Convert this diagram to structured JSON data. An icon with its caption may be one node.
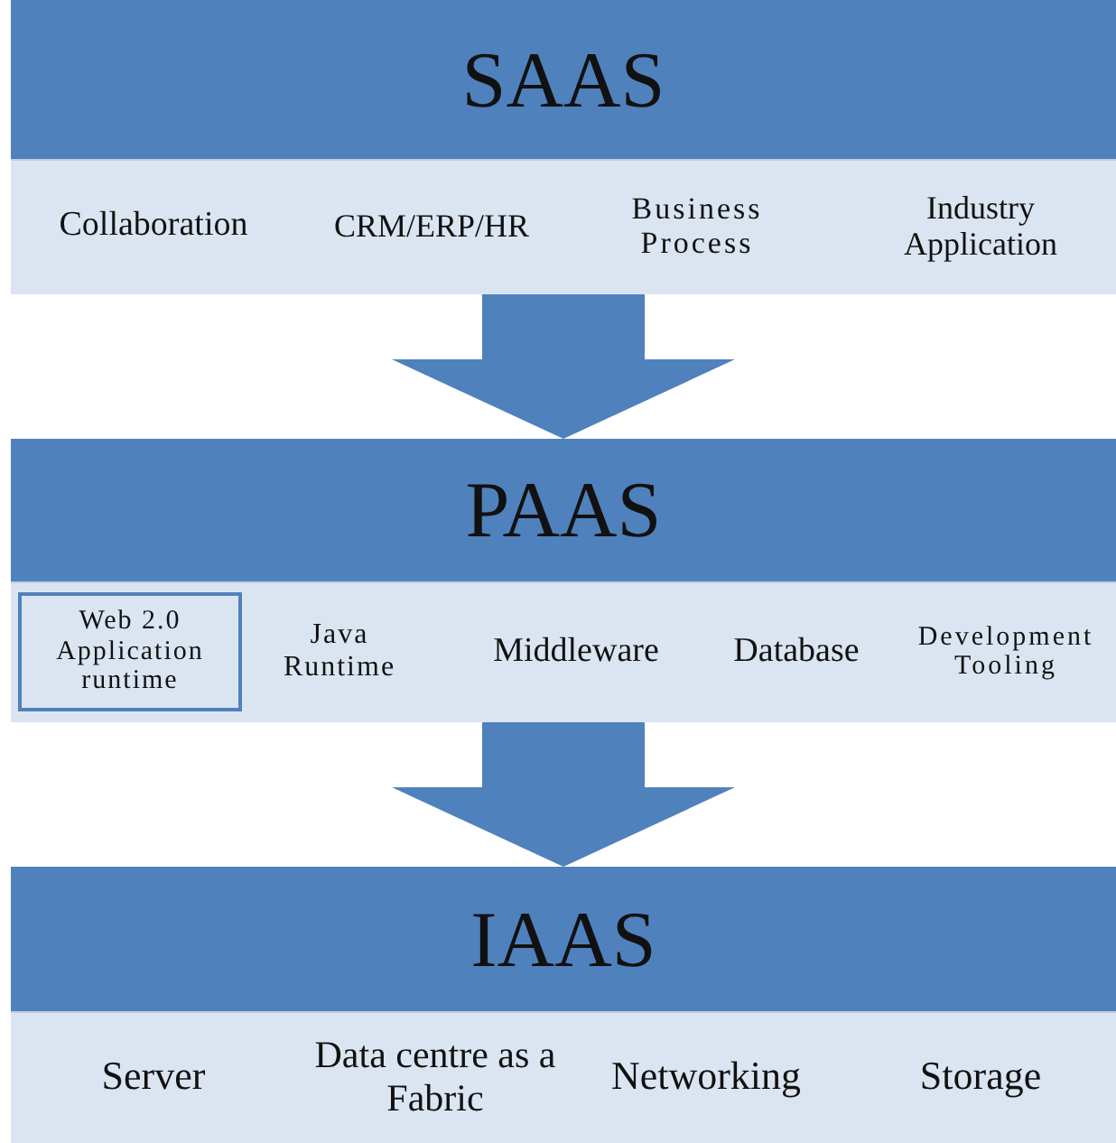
{
  "diagram": {
    "nodes": [
      {
        "text": [
          "SAAS"
        ]
      },
      {
        "text": [
          "Collaboration"
        ],
        "in": 0
      },
      {
        "text": [
          "CRM/ERP/HR"
        ],
        "in": 0
      },
      {
        "text": [
          "Business Process"
        ],
        "in": 0
      },
      {
        "text": [
          "Industry Application"
        ],
        "in": 0
      },
      {
        "text": [
          "PAAS"
        ]
      },
      {
        "text": [
          "Web 2.0 Application runtime"
        ],
        "in": 5
      },
      {
        "text": [
          "Java Runtime"
        ],
        "in": 5
      },
      {
        "text": [
          "Middleware"
        ],
        "in": 5
      },
      {
        "text": [
          "Database"
        ],
        "in": 5
      },
      {
        "text": [
          "Development Tooling"
        ],
        "in": 5
      },
      {
        "text": [
          "IAAS"
        ]
      },
      {
        "text": [
          "Server"
        ],
        "in": 11
      },
      {
        "text": [
          "Data centre as a Fabric"
        ],
        "in": 11
      },
      {
        "text": [
          "Networking"
        ],
        "in": 11
      },
      {
        "text": [
          "Storage"
        ],
        "in": 11
      }
    ],
    "edges": [
      {
        "from": 0,
        "to": 5,
        "arrow": "to"
      },
      {
        "from": 5,
        "to": 11,
        "arrow": "to"
      }
    ]
  }
}
